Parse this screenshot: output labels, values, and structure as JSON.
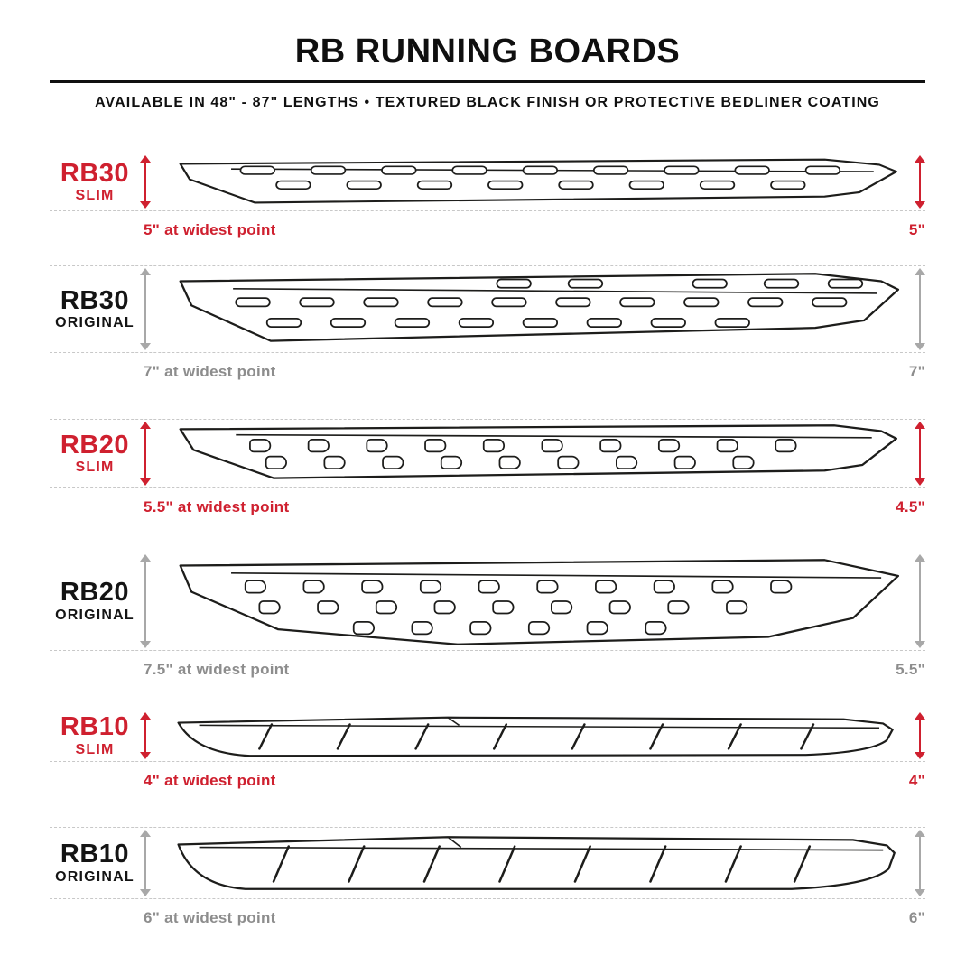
{
  "header": {
    "title": "RB RUNNING BOARDS",
    "subtitle": "AVAILABLE IN 48\" - 87\" LENGTHS   •   TEXTURED BLACK FINISH OR PROTECTIVE BEDLINER COATING"
  },
  "colors": {
    "accent_red": "#cf202f",
    "muted_gray_text": "#8d8d8d",
    "arrow_gray": "#a8a8a8",
    "line_black": "#1d1d1b",
    "dashed_line_gray": "#c8c8c8"
  },
  "boards": [
    {
      "model": "RB30",
      "variant": "SLIM",
      "widest": "5\" at widest point",
      "right": "5\""
    },
    {
      "model": "RB30",
      "variant": "ORIGINAL",
      "widest": "7\" at widest point",
      "right": "7\""
    },
    {
      "model": "RB20",
      "variant": "SLIM",
      "widest": "5.5\" at widest point",
      "right": "4.5\""
    },
    {
      "model": "RB20",
      "variant": "ORIGINAL",
      "widest": "7.5\" at widest point",
      "right": "5.5\""
    },
    {
      "model": "RB10",
      "variant": "SLIM",
      "widest": "4\" at widest point",
      "right": "4\""
    },
    {
      "model": "RB10",
      "variant": "ORIGINAL",
      "widest": "6\" at widest point",
      "right": "6\""
    }
  ]
}
